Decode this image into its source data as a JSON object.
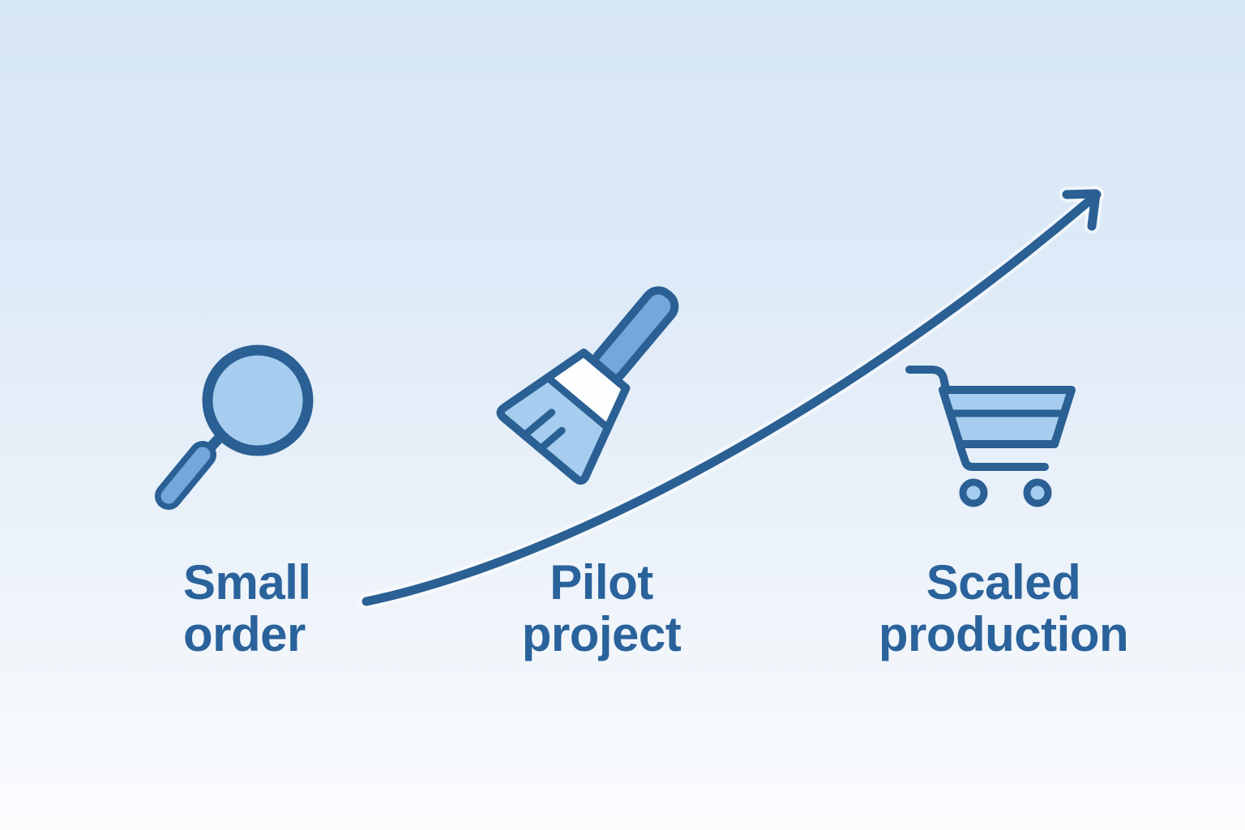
{
  "stages": [
    {
      "id": "small-order",
      "icon": "magnifier-icon",
      "line1": "Small",
      "line2": "order"
    },
    {
      "id": "pilot-project",
      "icon": "paintbrush-icon",
      "line1": "Pilot",
      "line2": "project"
    },
    {
      "id": "scaled-production",
      "icon": "shopping-cart-icon",
      "line1": "Scaled",
      "line2": "production"
    }
  ],
  "arrow": {
    "name": "growth-curve-arrow"
  },
  "colors": {
    "outline": "#2a6094",
    "light": "#a6cdef",
    "medium": "#74a7da",
    "white": "#fdfeff",
    "text": "#2a629b",
    "bg_top": "#d7e6f7",
    "bg_bottom": "#fbfcfe"
  }
}
